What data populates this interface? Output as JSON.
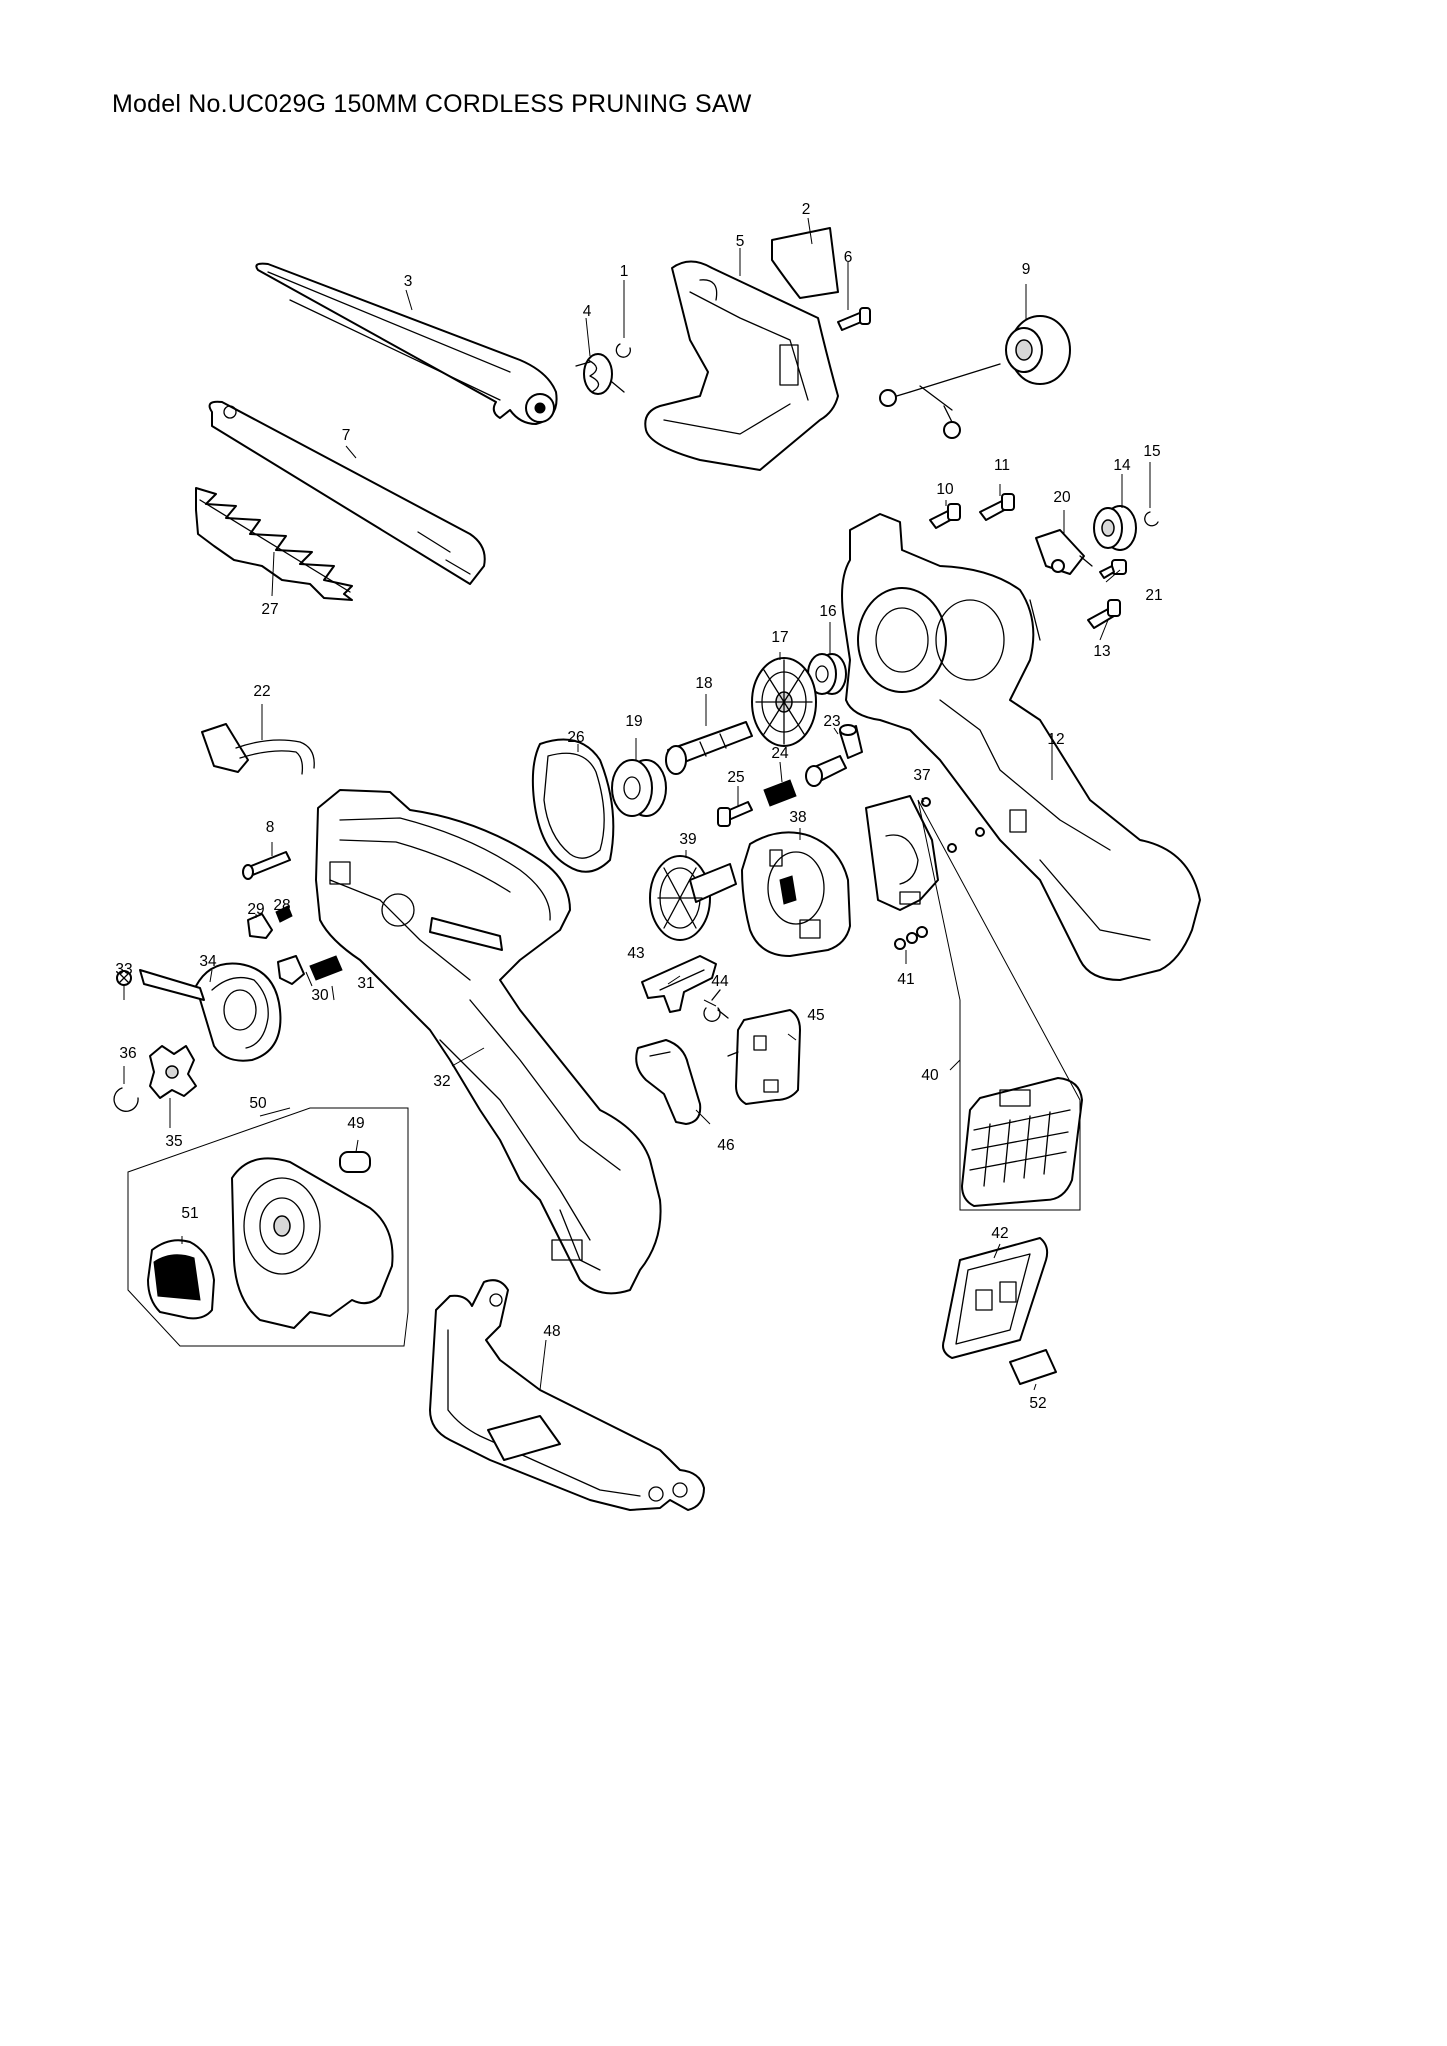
{
  "title": "Model No.UC029G 150MM CORDLESS PRUNING SAW",
  "part_labels": [
    "1",
    "2",
    "3",
    "4",
    "5",
    "6",
    "7",
    "8",
    "9",
    "10",
    "11",
    "12",
    "13",
    "14",
    "15",
    "16",
    "17",
    "18",
    "19",
    "20",
    "21",
    "22",
    "23",
    "24",
    "25",
    "26",
    "27",
    "28",
    "29",
    "30",
    "31",
    "32",
    "33",
    "34",
    "35",
    "36",
    "37",
    "38",
    "39",
    "40",
    "41",
    "42",
    "43",
    "44",
    "45",
    "46",
    "48",
    "49",
    "50",
    "51",
    "52"
  ]
}
